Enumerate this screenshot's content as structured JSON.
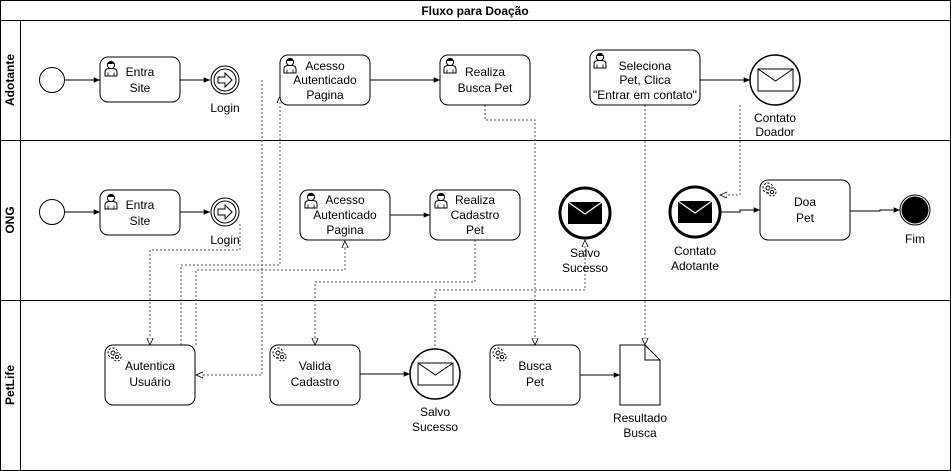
{
  "title": "Fluxo para Doação",
  "lanes": [
    {
      "id": "adotante",
      "label": "Adotante"
    },
    {
      "id": "ong",
      "label": "ONG"
    },
    {
      "id": "petlife",
      "label": "PetLife"
    }
  ],
  "tasks": {
    "adotante_entra_site": [
      "Entra",
      "Site"
    ],
    "adotante_acesso": [
      "Acesso",
      "Autenticado",
      "Pagina"
    ],
    "adotante_busca": [
      "Realiza",
      "Busca Pet"
    ],
    "adotante_seleciona": [
      "Seleciona",
      "Pet, Clica",
      "\"Entrar em contato\""
    ],
    "ong_entra_site": [
      "Entra",
      "Site"
    ],
    "ong_acesso": [
      "Acesso",
      "Autenticado",
      "Pagina"
    ],
    "ong_cadastro": [
      "Realiza",
      "Cadastro",
      "Pet"
    ],
    "ong_doa": [
      "Doa",
      "Pet"
    ],
    "petlife_autentica": [
      "Autentica",
      "Usuário"
    ],
    "petlife_valida": [
      "Valida",
      "Cadastro"
    ],
    "petlife_busca": [
      "Busca",
      "Pet"
    ]
  },
  "events": {
    "adotante_login": [
      "Login"
    ],
    "adotante_contato": [
      "Contato",
      "Doador"
    ],
    "ong_login": [
      "Login"
    ],
    "ong_salvo": [
      "Salvo",
      "Sucesso"
    ],
    "ong_contato": [
      "Contato",
      "Adotante"
    ],
    "ong_fim": [
      "Fim"
    ],
    "petlife_salvo": [
      "Salvo",
      "Sucesso"
    ],
    "petlife_resultado": [
      "Resultado",
      "Busca"
    ]
  },
  "icons": {
    "user_task": "user-icon",
    "service_task": "gear-icon",
    "message": "envelope-icon",
    "link": "arrow-link-icon",
    "document": "document-icon"
  }
}
